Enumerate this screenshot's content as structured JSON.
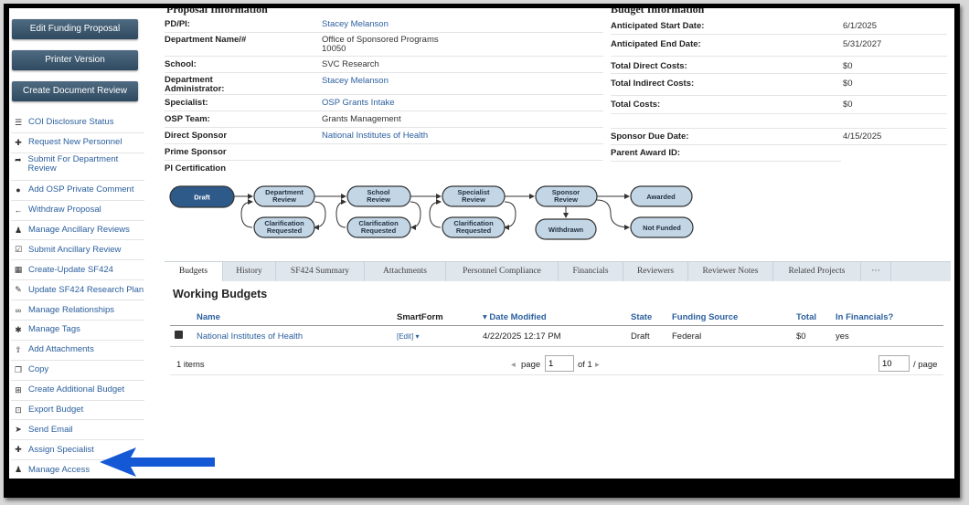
{
  "sidebar": {
    "buttons": [
      "Edit Funding Proposal",
      "Printer Version",
      "Create Document Review"
    ],
    "items": [
      {
        "label": "COI Disclosure Status",
        "icon": "list-icon"
      },
      {
        "label": "Request New Personnel",
        "icon": "add-person-icon"
      },
      {
        "label": "Submit For Department Review",
        "icon": "arrow-icon"
      },
      {
        "label": "Add OSP Private Comment",
        "icon": "comment-icon"
      },
      {
        "label": "Withdraw Proposal",
        "icon": "back-arrow-icon"
      },
      {
        "label": "Manage Ancillary Reviews",
        "icon": "people-icon"
      },
      {
        "label": "Submit Ancillary Review",
        "icon": "checkbox-icon"
      },
      {
        "label": "Create-Update SF424",
        "icon": "form-icon"
      },
      {
        "label": "Update SF424 Research Plan",
        "icon": "edit-icon"
      },
      {
        "label": "Manage Relationships",
        "icon": "link-icon"
      },
      {
        "label": "Manage Tags",
        "icon": "gear-icon"
      },
      {
        "label": "Add Attachments",
        "icon": "upload-icon"
      },
      {
        "label": "Copy",
        "icon": "copy-icon"
      },
      {
        "label": "Create Additional Budget",
        "icon": "add-doc-icon"
      },
      {
        "label": "Export Budget",
        "icon": "export-icon"
      },
      {
        "label": "Send Email",
        "icon": "send-icon"
      },
      {
        "label": "Assign Specialist",
        "icon": "add-person-icon"
      },
      {
        "label": "Manage Access",
        "icon": "people-icon"
      }
    ]
  },
  "proposal": {
    "heading": "Proposal Information",
    "rows": [
      {
        "k": "PD/PI:",
        "v": "Stacey Melanson",
        "link": true
      },
      {
        "k": "Department Name/#",
        "v": "Office of Sponsored Programs 10050",
        "link": false
      },
      {
        "k": "School:",
        "v": "SVC Research",
        "link": false
      },
      {
        "k": "Department Administrator:",
        "v": "Stacey Melanson",
        "link": true
      },
      {
        "k": "Specialist:",
        "v": "OSP Grants Intake",
        "link": true
      },
      {
        "k": "OSP Team:",
        "v": "Grants Management",
        "link": false
      },
      {
        "k": "Direct Sponsor",
        "v": "National Institutes of Health",
        "link": true
      },
      {
        "k": "Prime Sponsor",
        "v": "",
        "link": false
      },
      {
        "k": "PI Certification",
        "v": "",
        "link": false
      }
    ]
  },
  "budget": {
    "heading": "Budget Information",
    "rows": [
      {
        "k": "Anticipated Start Date:",
        "v": "6/1/2025"
      },
      {
        "k": "Anticipated End Date:",
        "v": "5/31/2027"
      },
      {
        "k": "Total Direct Costs:",
        "v": "$0"
      },
      {
        "k": "Total Indirect Costs:",
        "v": "$0"
      },
      {
        "k": "Total Costs:",
        "v": "$0"
      },
      {
        "k": "",
        "v": ""
      },
      {
        "k": "Sponsor Due Date:",
        "v": "4/15/2025"
      },
      {
        "k": "Parent Award ID:",
        "v": ""
      }
    ]
  },
  "workflow": {
    "draft": "Draft",
    "dept_review": [
      "Department",
      "Review"
    ],
    "school_review": [
      "School",
      "Review"
    ],
    "specialist_review": [
      "Specialist",
      "Review"
    ],
    "sponsor_review": [
      "Sponsor",
      "Review"
    ],
    "clarification": [
      "Clarification",
      "Requested"
    ],
    "withdrawn": "Withdrawn",
    "awarded": "Awarded",
    "not_funded": "Not Funded",
    "colors": {
      "active": "#2e5a8a",
      "node": "#c3d6e6",
      "border": "#333333"
    }
  },
  "tabs": [
    "Budgets",
    "History",
    "SF424 Summary",
    "Attachments",
    "Personnel Compliance",
    "Financials",
    "Reviewers",
    "Reviewer Notes",
    "Related Projects",
    "···"
  ],
  "budgets": {
    "title": "Working Budgets",
    "columns": {
      "name": "Name",
      "smartform": "SmartForm",
      "date": "▾ Date Modified",
      "state": "State",
      "source": "Funding Source",
      "total": "Total",
      "fin": "In Financials?"
    },
    "row": {
      "name": "National Institutes of Health",
      "smartform": "[Edit] ▾",
      "date": "4/22/2025 12:17 PM",
      "state": "Draft",
      "source": "Federal",
      "total": "$0",
      "fin": "yes"
    },
    "pager": {
      "items": "1 items",
      "page_label": "page",
      "page_value": "1",
      "of": "of 1",
      "per_value": "10",
      "per_label": "/ page"
    }
  }
}
